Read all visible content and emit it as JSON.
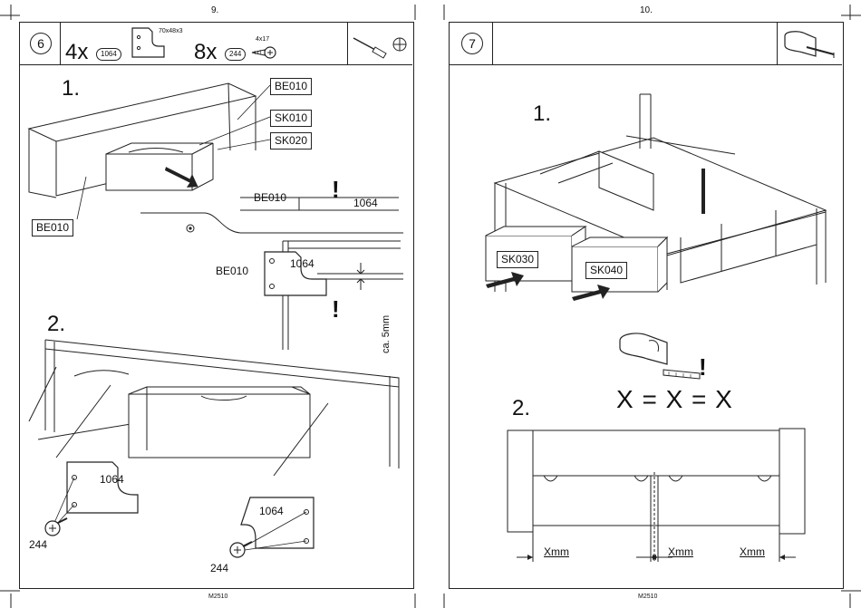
{
  "left_page": {
    "page_number": "9.",
    "footer_code": "M2510",
    "step_number": "6",
    "parts": [
      {
        "quantity": "4x",
        "code": "1064",
        "size": "70x48x3"
      },
      {
        "quantity": "8x",
        "code": "244",
        "size": "4x17"
      }
    ],
    "sub1": "1.",
    "sub2": "2.",
    "labels": {
      "be010_top": "BE010",
      "sk010": "SK010",
      "sk020": "SK020",
      "be010_left": "BE010",
      "be010_detail": "BE010",
      "code_detail": "1064",
      "be010_plain": "BE010",
      "bracket_1064": "1064",
      "gap": "ca. 5mm",
      "bracket_left": "1064",
      "screw_left": "244",
      "bracket_right": "1064",
      "screw_right": "244"
    },
    "exclamations": [
      "!",
      "!"
    ]
  },
  "right_page": {
    "page_number": "10.",
    "footer_code": "M2510",
    "step_number": "7",
    "sub1": "1.",
    "sub2": "2.",
    "labels": {
      "sk030": "SK030",
      "sk040": "SK040"
    },
    "exclamation": "!",
    "equation": "X = X = X",
    "dims": [
      "Xmm",
      "Xmm",
      "Xmm"
    ]
  }
}
